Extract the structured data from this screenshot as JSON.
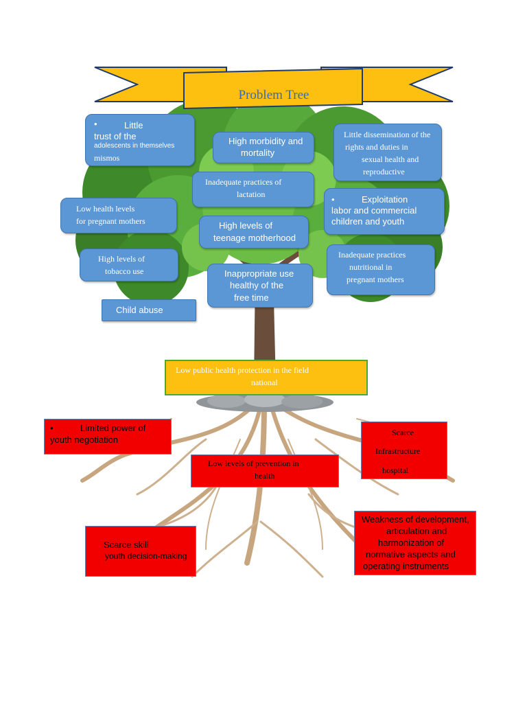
{
  "title": "Problem Tree",
  "colors": {
    "effect_box": "#5b97d5",
    "cause_box": "#f20000",
    "core_problem_box": "#fdc010",
    "banner": "#fdc010"
  },
  "effects": [
    {
      "lines": [
        "•",
        "Little",
        "trust of the",
        "adolescents in themselves",
        "mismos"
      ]
    },
    {
      "lines": [
        "High morbidity and",
        "mortality"
      ]
    },
    {
      "lines": [
        "Little dissemination of the",
        "rights and duties in",
        "sexual health and",
        "reproductive"
      ]
    },
    {
      "lines": [
        "Inadequate practices of",
        "lactation"
      ]
    },
    {
      "lines": [
        "Low health levels",
        "for pregnant mothers"
      ]
    },
    {
      "lines": [
        "•",
        "Exploitation",
        "labor and commercial",
        "children and youth"
      ]
    },
    {
      "lines": [
        "High levels of",
        "teenage motherhood"
      ]
    },
    {
      "lines": [
        "High levels of",
        "tobacco use"
      ]
    },
    {
      "lines": [
        "Inappropriate use",
        "healthy of the",
        "free time"
      ]
    },
    {
      "lines": [
        "Inadequate practices",
        "nutritional in",
        "pregnant mothers"
      ]
    },
    {
      "lines": [
        "Child abuse"
      ]
    }
  ],
  "core_problem": {
    "lines": [
      "Low public health protection in the field",
      "national"
    ]
  },
  "causes": [
    {
      "lines": [
        "•",
        "Limited power of",
        "youth negotiation"
      ]
    },
    {
      "lines": [
        "Scarce",
        "Infrastructure",
        "hospital"
      ]
    },
    {
      "lines": [
        "Low levels of prevention in",
        "health"
      ]
    },
    {
      "lines": [
        "Weakness of development,",
        "articulation and",
        "harmonization of",
        "normative aspects and",
        "operating instruments"
      ]
    },
    {
      "lines": [
        "Scarce skill",
        "youth decision-making"
      ]
    }
  ]
}
